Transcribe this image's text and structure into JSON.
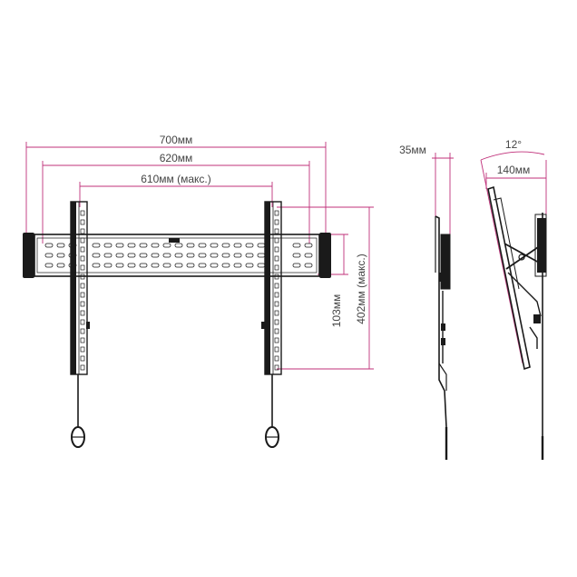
{
  "labels": {
    "width_700": "700мм",
    "width_620": "620мм",
    "width_610": "610мм (макс.)",
    "height_103": "103мм",
    "height_402": "402мм (макс.)",
    "depth_35": "35мм",
    "tilt_angle": "12°",
    "tilt_depth": "140мм"
  },
  "colors": {
    "dimension_line": "#c0307a",
    "ink": "#1a1a1a",
    "text": "#444444"
  }
}
